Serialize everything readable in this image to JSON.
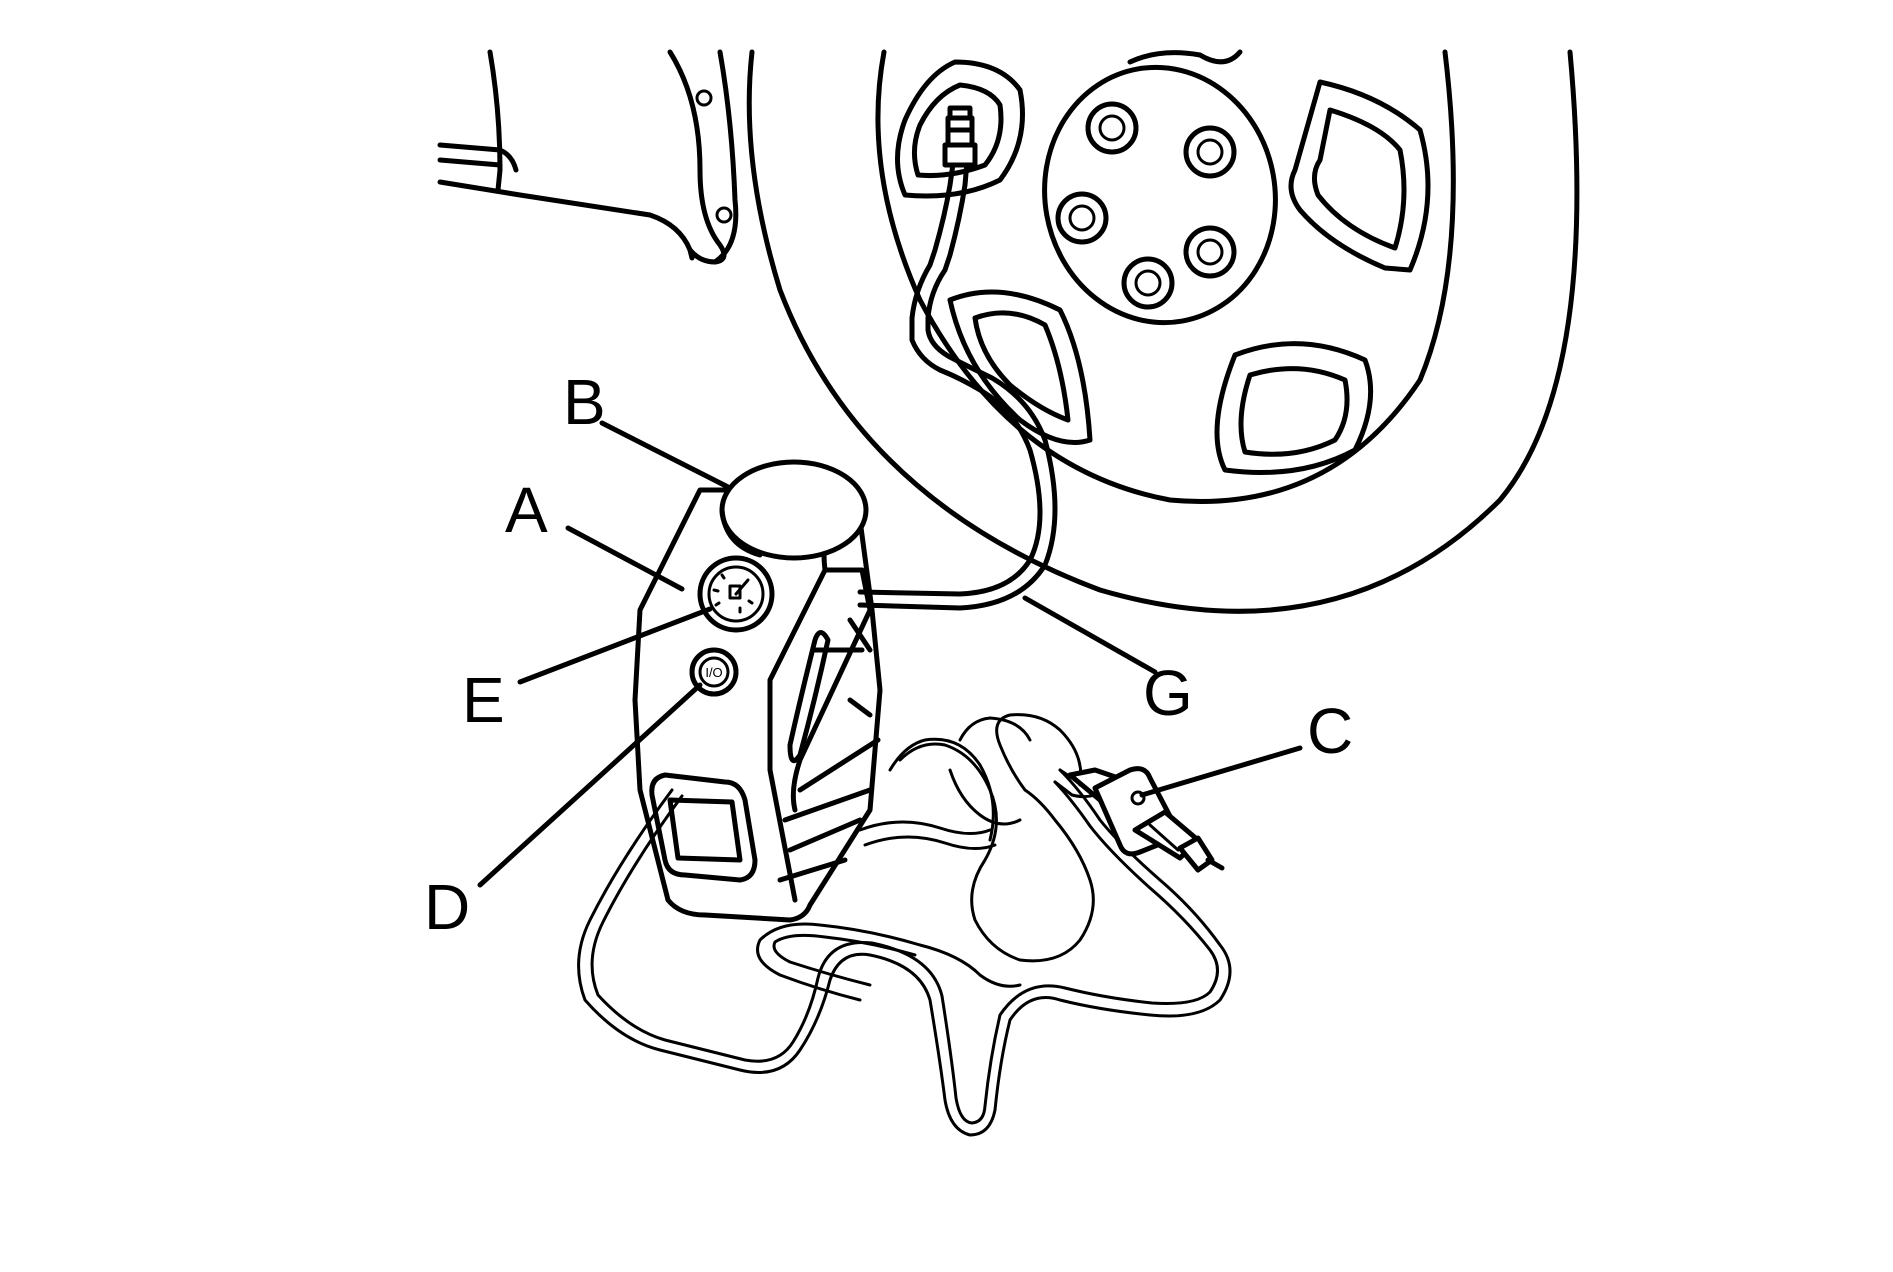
{
  "figure": {
    "callouts": [
      {
        "id": "A",
        "label": "A"
      },
      {
        "id": "B",
        "label": "B"
      },
      {
        "id": "C",
        "label": "C"
      },
      {
        "id": "D",
        "label": "D"
      },
      {
        "id": "E",
        "label": "E"
      },
      {
        "id": "G",
        "label": "G"
      }
    ],
    "switch_text": "I/O"
  },
  "colors": {
    "ink": "#000000",
    "paper": "#ffffff"
  }
}
